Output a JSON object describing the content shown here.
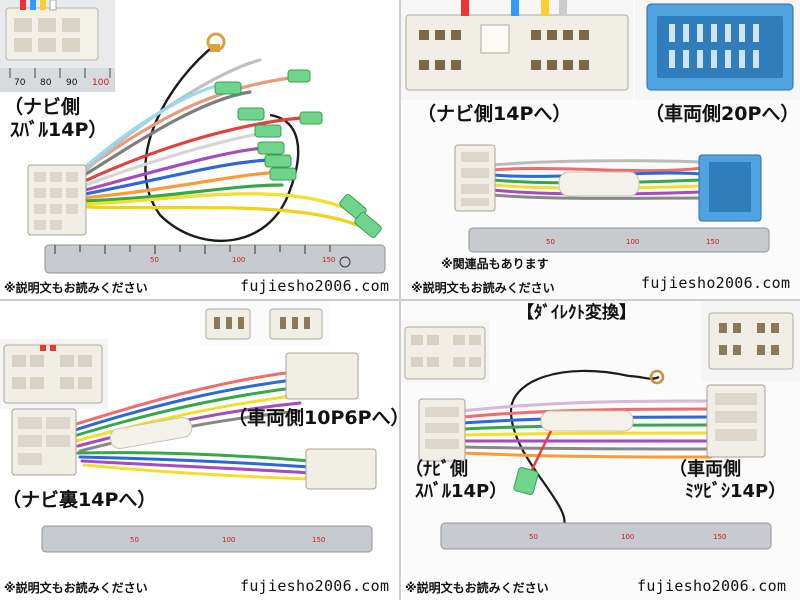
{
  "panels": [
    {
      "name": "top-left",
      "labels": {
        "nav_line1": "（ナビ側",
        "nav_line2": "ｽﾊﾞﾙ14P）"
      },
      "ruler_ticks": [
        "70",
        "80",
        "90",
        "100"
      ],
      "note": "※説明文もお読みください",
      "url": "fujiesho2006.com"
    },
    {
      "name": "top-right",
      "labels": {
        "nav": "（ナビ側14Pへ）",
        "vehicle": "（車両側20Pへ）"
      },
      "related_note": "※関連品もあります",
      "note": "※説明文もお読みください",
      "url": "fujiesho2006.com"
    },
    {
      "name": "bottom-left",
      "labels": {
        "vehicle": "（車両側10P6Pへ）",
        "nav": "（ナビ裏14Pへ）"
      },
      "note": "※説明文もお読みください",
      "url": "fujiesho2006.com"
    },
    {
      "name": "bottom-right",
      "labels": {
        "title": "【ﾀﾞｲﾚｸﾄ変換】",
        "nav_line1": "（ﾅﾋﾞ側",
        "nav_line2": "ｽﾊﾞﾙ14P）",
        "vehicle_line1": "（車両側",
        "vehicle_line2": "ﾐﾂﾋﾞｼ14P）"
      },
      "note": "※説明文もお読みください",
      "url": "fujiesho2006.com"
    }
  ],
  "colors": {
    "connector_white": "#f1eee6",
    "connector_blue": "#4fa3e0",
    "terminal_green": "#6fd58a",
    "ruler": "#c7cbcf"
  }
}
